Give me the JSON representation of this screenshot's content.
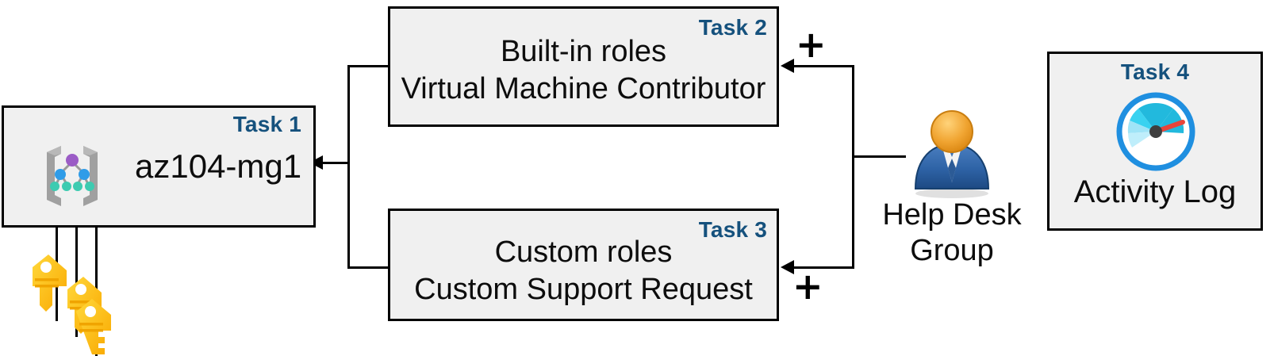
{
  "diagram": {
    "title": "Azure RBAC task diagram",
    "accent_color": "#15517d",
    "box_fill": "#f0f0f0",
    "box_border": "#000000",
    "line_color": "#000000"
  },
  "boxes": [
    {
      "id": "task1",
      "tag": "Task 1",
      "lines": [
        "az104-mg1"
      ],
      "icon": "management-group-icon"
    },
    {
      "id": "task2",
      "tag": "Task 2",
      "lines": [
        "Built-in roles",
        "Virtual Machine Contributor"
      ],
      "icon": null
    },
    {
      "id": "task3",
      "tag": "Task 3",
      "lines": [
        "Custom roles",
        "Custom Support Request"
      ],
      "icon": null
    },
    {
      "id": "task4",
      "tag": "Task 4",
      "lines": [
        "Activity Log"
      ],
      "icon": "activity-log-gauge-icon"
    }
  ],
  "actor": {
    "icon": "user-group-person-icon",
    "label_line1": "Help Desk",
    "label_line2": "Group"
  },
  "keys": {
    "icon": "keys-icon",
    "count": 3
  },
  "operators": {
    "plus_top": "+",
    "plus_bottom": "+"
  }
}
